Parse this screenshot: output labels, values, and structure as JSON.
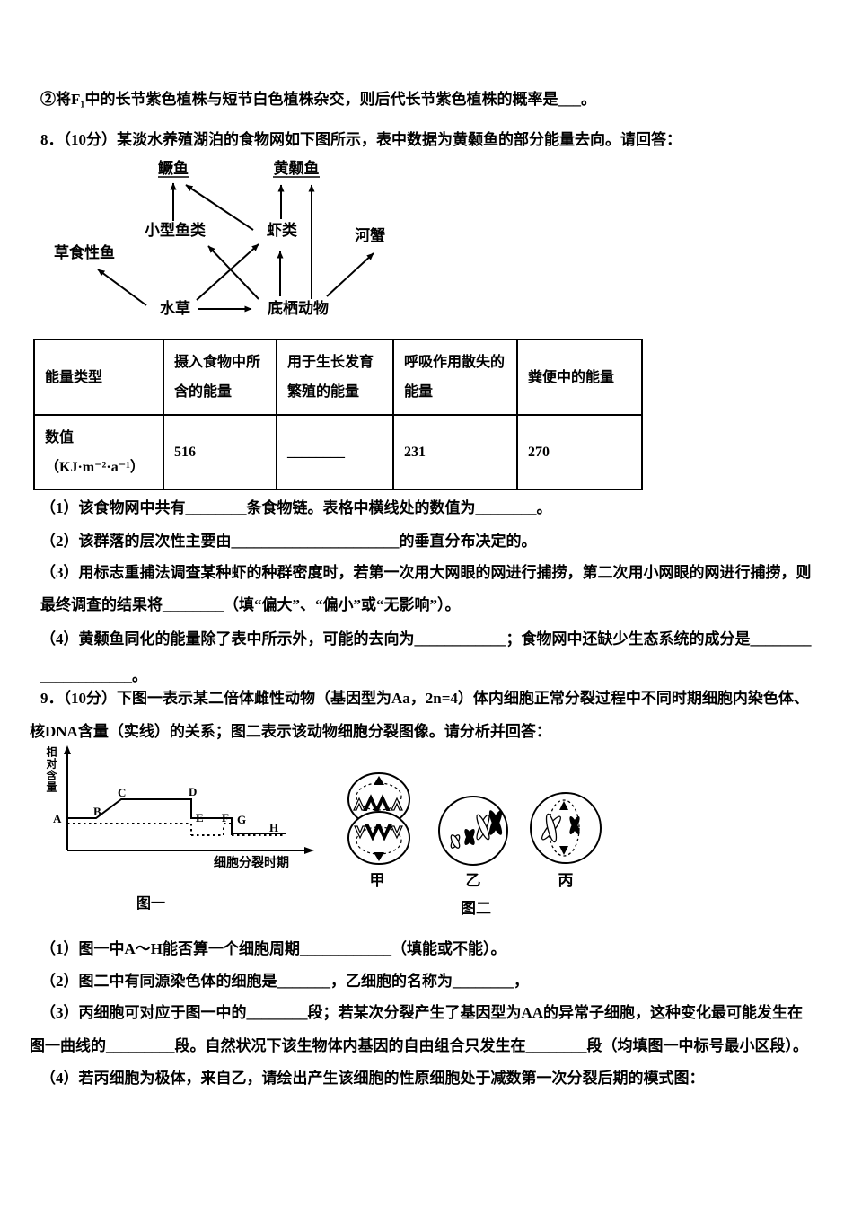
{
  "lines": {
    "q7b": "②将F₁中的长节紫色植株与短节白色植株杂交，则后代长节紫色植株的概率是___。",
    "q8_intro": "8．（10分）某淡水养殖湖泊的食物网如下图所示，表中数据为黄颡鱼的部分能量去向。请回答：",
    "q8_1": "（1）该食物网中共有________条食物链。表格中横线处的数值为________。",
    "q8_2": "（2）该群落的层次性主要由______________________的垂直分布决定的。",
    "q8_3a": "（3）用标志重捕法调查某种虾的种群密度时，若第一次用大网眼的网进行捕捞，第二次用小网眼的网进行捕捞，则",
    "q8_3b": "最终调查的结果将________（填“偏大”、“偏小”或“无影响”）。",
    "q8_4a": "（4）黄颡鱼同化的能量除了表中所示外，可能的去向为____________；食物网中还缺少生态系统的成分是________",
    "q8_4b": "____________。",
    "q9_introa": "9．（10分）下图一表示某二倍体雌性动物（基因型为Aa，2n=4）体内细胞正常分裂过程中不同时期细胞内染色体、",
    "q9_introb": "核DNA含量（实线）的关系；图二表示该动物细胞分裂图像。请分析并回答：",
    "q9_1": "（1）图一中A～H能否算一个细胞周期____________（填能或不能）。",
    "q9_2": "（2）图二中有同源染色体的细胞是_______，乙细胞的名称为________，",
    "q9_3a": "（3）丙细胞可对应于图一中的________段；若某次分裂产生了基因型为AA的异常子细胞，这种变化最可能发生在",
    "q9_3b": "图一曲线的_________段。自然状况下该生物体内基因的自由组合只发生在________段（均填图一中标号最小区段）。",
    "q9_4": "（4）若丙细胞为极体，来自乙，请绘出产生该细胞的性原细胞处于减数第一次分裂后期的模式图："
  },
  "foodweb": {
    "nodes": {
      "guiyu": "鳜鱼",
      "huangsangyu": "黄颡鱼",
      "xiaoxingyulei": "小型鱼类",
      "xialei": "虾类",
      "hexie": "河蟹",
      "caoshixingyu": "草食性鱼",
      "shuicao": "水草",
      "diqidongwu": "底栖动物"
    }
  },
  "energy_table": {
    "headers": [
      "能量类型",
      "摄入食物中所含的能量",
      "用于生长发育繁殖的能量",
      "呼吸作用散失的能量",
      "粪便中的能量"
    ],
    "values": [
      "数值（KJ·m⁻²·a⁻¹）",
      "516",
      "________",
      "231",
      "270"
    ]
  },
  "fig1": {
    "ylabel": "相对含量",
    "xlabel": "细胞分裂时期",
    "caption": "图一",
    "points": [
      "A",
      "B",
      "C",
      "D",
      "E",
      "F",
      "G",
      "H"
    ]
  },
  "fig2": {
    "labels": [
      "甲",
      "乙",
      "丙"
    ],
    "caption": "图二"
  },
  "chart_data": {
    "type": "line",
    "title": "图一",
    "xlabel": "细胞分裂时期",
    "ylabel": "相对含量",
    "x_categories": [
      "A",
      "B",
      "C",
      "D",
      "E",
      "F",
      "G",
      "H"
    ],
    "ylim": [
      0,
      4
    ],
    "grid": false,
    "series": [
      {
        "name": "核DNA含量（实线）",
        "style": "solid",
        "segments": [
          [
            "A",
            2
          ],
          [
            "B",
            2
          ],
          [
            "C",
            4
          ],
          [
            "D",
            4
          ],
          [
            "E",
            2
          ],
          [
            "F",
            2
          ],
          [
            "G",
            1
          ],
          [
            "H",
            1
          ]
        ]
      },
      {
        "name": "染色体含量（虚线）",
        "style": "dashed",
        "segments": [
          [
            "A",
            2
          ],
          [
            "E",
            2
          ],
          [
            "E",
            1
          ],
          [
            "F",
            1
          ],
          [
            "F",
            2
          ],
          [
            "G",
            2
          ],
          [
            "G",
            1
          ],
          [
            "H",
            1
          ]
        ]
      }
    ]
  }
}
